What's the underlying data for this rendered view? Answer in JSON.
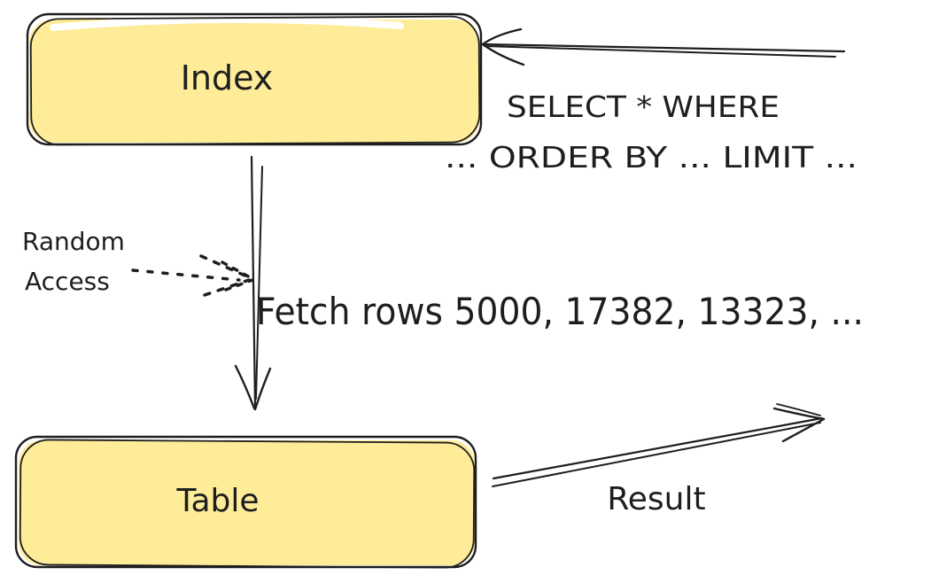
{
  "diagram": {
    "colors": {
      "stroke": "#1e1e1e",
      "node_fill": "#ffec99",
      "background": "#ffffff"
    },
    "nodes": {
      "index": {
        "label": "Index"
      },
      "table": {
        "label": "Table"
      }
    },
    "labels": {
      "query_line1": "SELECT * WHERE",
      "query_line2": "... ORDER BY ... LIMIT ...",
      "fetch": "Fetch rows 5000, 17382, 13323, ...",
      "random_line1": "Random",
      "random_line2": "Access",
      "result": "Result"
    }
  }
}
